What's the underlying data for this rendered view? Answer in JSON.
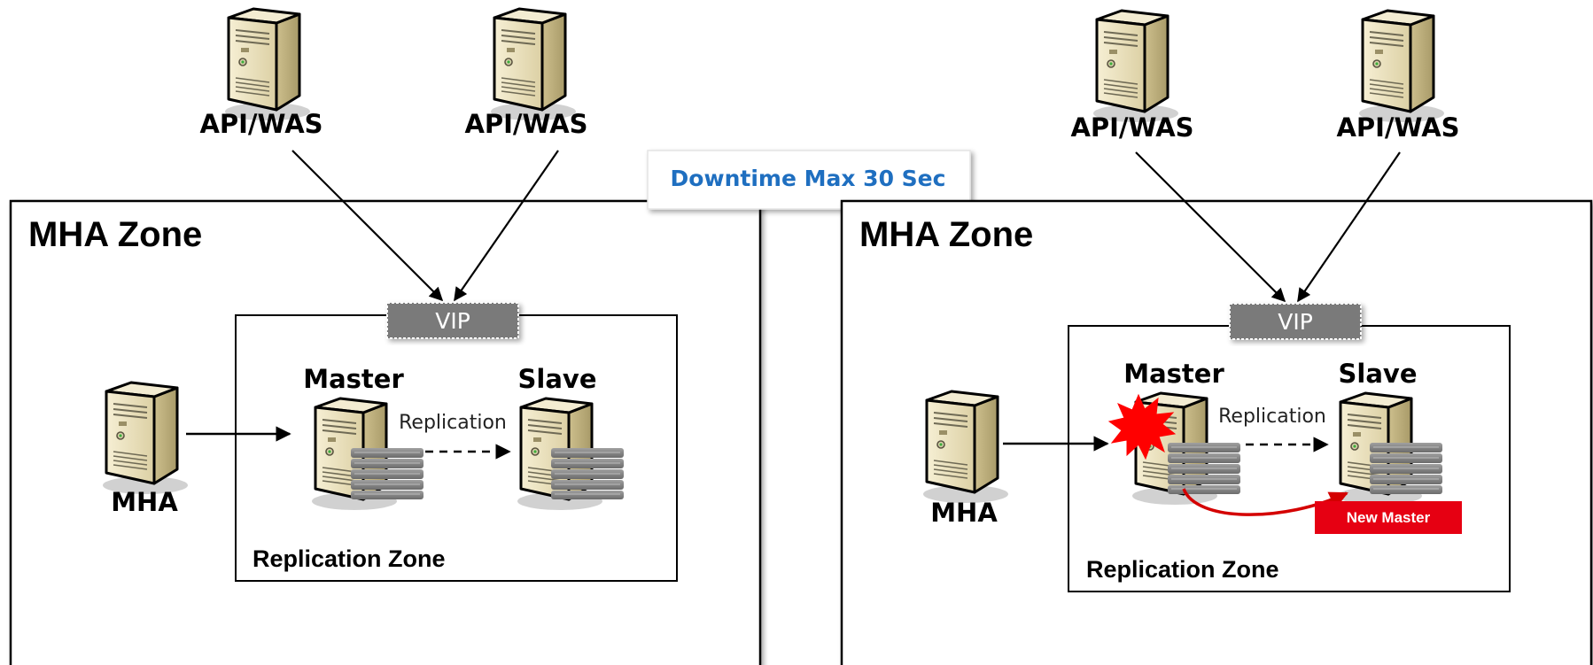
{
  "callout": {
    "downtime": "Downtime Max 30 Sec"
  },
  "panels": [
    {
      "clients": [
        {
          "label": "API/WAS"
        },
        {
          "label": "API/WAS"
        }
      ],
      "zone_title": "MHA Zone",
      "vip": "VIP",
      "mha_label": "MHA",
      "master_label": "Master",
      "slave_label": "Slave",
      "replication_label": "Replication",
      "replication_zone_label": "Replication Zone"
    },
    {
      "clients": [
        {
          "label": "API/WAS"
        },
        {
          "label": "API/WAS"
        }
      ],
      "zone_title": "MHA Zone",
      "vip": "VIP",
      "mha_label": "MHA",
      "master_label": "Master",
      "slave_label": "Slave",
      "replication_label": "Replication",
      "replication_zone_label": "Replication Zone",
      "failover_badge": "New Master"
    }
  ],
  "colors": {
    "server_body": "#ece3c2",
    "server_side": "#c9bb8a",
    "db_stack": "#8c8c8c",
    "vip_fill": "#7a7a7a",
    "failure_burst": "#ff0000",
    "new_master_badge": "#e60012",
    "downtime_text": "#1f6fc0"
  }
}
